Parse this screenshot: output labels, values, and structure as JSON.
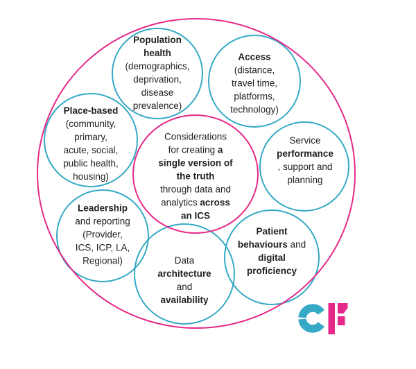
{
  "colors": {
    "pink": "#E62988",
    "teal": "#35A9C5",
    "text": "#212121",
    "background": "#FFFFFF"
  },
  "logo": {
    "text": "CF",
    "c_color": "#35A9C5",
    "f_color": "#E62988"
  },
  "circles": [
    {
      "id": "center",
      "name": "Considerations for creating a single version of the truth through data and analytics across an ICS",
      "lines": [
        [
          {
            "t": "Considerations"
          }
        ],
        [
          {
            "t": "for creating "
          },
          {
            "t": "a",
            "b": true
          }
        ],
        [
          {
            "t": "single version of",
            "b": true
          }
        ],
        [
          {
            "t": "the truth",
            "b": true
          }
        ],
        [
          {
            "t": "through data and"
          }
        ],
        [
          {
            "t": "analytics "
          },
          {
            "t": "across",
            "b": true
          }
        ],
        [
          {
            "t": "an ICS",
            "b": true
          }
        ]
      ]
    },
    {
      "id": "population-health",
      "name": "Population health (demographics, deprivation, disease prevalence)",
      "lines": [
        [
          {
            "t": "Population",
            "b": true
          }
        ],
        [
          {
            "t": "health",
            "b": true
          }
        ],
        [
          {
            "t": "(demographics,"
          }
        ],
        [
          {
            "t": "deprivation,"
          }
        ],
        [
          {
            "t": "disease"
          }
        ],
        [
          {
            "t": "prevalence)"
          }
        ]
      ]
    },
    {
      "id": "access",
      "name": "Access (distance, travel time, platforms, technology)",
      "lines": [
        [
          {
            "t": "Access",
            "b": true
          }
        ],
        [
          {
            "t": "(distance,"
          }
        ],
        [
          {
            "t": "travel time,"
          }
        ],
        [
          {
            "t": "platforms,"
          }
        ],
        [
          {
            "t": "technology)"
          }
        ]
      ]
    },
    {
      "id": "service-performance",
      "name": "Service performance, support and planning",
      "lines": [
        [
          {
            "t": "Service"
          }
        ],
        [
          {
            "t": "performance",
            "b": true
          }
        ],
        [
          {
            "t": ", support and"
          }
        ],
        [
          {
            "t": "planning"
          }
        ]
      ]
    },
    {
      "id": "patient-behaviours",
      "name": "Patient behaviours and digital proficiency",
      "lines": [
        [
          {
            "t": "Patient",
            "b": true
          }
        ],
        [
          {
            "t": "behaviours",
            "b": true
          },
          {
            "t": " and"
          }
        ],
        [
          {
            "t": "digital",
            "b": true
          }
        ],
        [
          {
            "t": "proficiency",
            "b": true
          }
        ]
      ]
    },
    {
      "id": "data-architecture",
      "name": "Data architecture and availability",
      "lines": [
        [
          {
            "t": "Data"
          }
        ],
        [
          {
            "t": "architecture",
            "b": true
          }
        ],
        [
          {
            "t": "and"
          }
        ],
        [
          {
            "t": "availability",
            "b": true
          }
        ]
      ]
    },
    {
      "id": "leadership-reporting",
      "name": "Leadership and reporting (Provider, ICS, ICP, LA, Regional)",
      "lines": [
        [
          {
            "t": "Leadership",
            "b": true
          }
        ],
        [
          {
            "t": "and reporting"
          }
        ],
        [
          {
            "t": "(Provider,"
          }
        ],
        [
          {
            "t": "ICS, ICP, LA,"
          }
        ],
        [
          {
            "t": "Regional)"
          }
        ]
      ]
    },
    {
      "id": "place-based",
      "name": "Place-based (community, primary, acute, social, public health, housing)",
      "lines": [
        [
          {
            "t": "Place-based",
            "b": true
          }
        ],
        [
          {
            "t": "(community,"
          }
        ],
        [
          {
            "t": "primary,"
          }
        ],
        [
          {
            "t": "acute, social,"
          }
        ],
        [
          {
            "t": "public health,"
          }
        ],
        [
          {
            "t": "housing)"
          }
        ]
      ]
    }
  ]
}
